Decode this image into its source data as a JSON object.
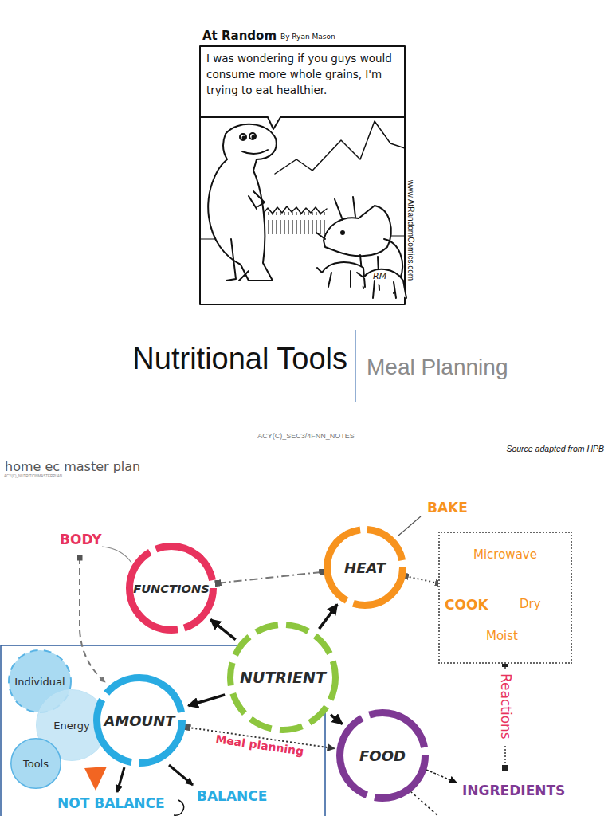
{
  "diagram": {
    "title": "Nutritional Tools",
    "nodes": [
      {
        "text": [
          "FUNCTIONS"
        ]
      },
      {
        "text": [
          "HEAT"
        ]
      },
      {
        "text": [
          "Microwave",
          "COOK",
          "Dry",
          "Moist"
        ]
      },
      {
        "text": [
          "NUTRIENT"
        ]
      },
      {
        "text": [
          "Individual"
        ]
      },
      {
        "text": [
          "Energy"
        ]
      },
      {
        "text": [
          "AMOUNT"
        ]
      },
      {
        "text": [
          "Tools"
        ]
      },
      {
        "text": [
          "FOOD"
        ]
      }
    ],
    "edges": [
      {
        "from": 3,
        "to": 0,
        "arrow": "to"
      },
      {
        "from": 3,
        "to": 1,
        "arrow": "to"
      },
      {
        "from": 3,
        "to": 6,
        "arrow": "to"
      },
      {
        "from": 3,
        "to": 8,
        "arrow": "to"
      },
      {
        "from": 0,
        "to": 1,
        "arrow": "none"
      },
      {
        "from": 1,
        "to": 2,
        "arrow": "none"
      },
      {
        "from": 6,
        "to": 8,
        "label": "Meal planning",
        "arrow": "to"
      }
    ],
    "labels": [
      "At Random",
      "By Ryan Mason",
      "I was wondering if you guys would consume more whole grains, I'm trying to eat healthier.",
      "www.AtRandomComics.com",
      "RM",
      "Meal Planning",
      "ACY(C)_SEC3/4FNN_NOTES",
      "Source adapted from HPB",
      "home ec master plan",
      "ACY(C)_NUTRITIONMASTERPLAN",
      "BODY",
      "BAKE",
      "Reactions",
      "NOT BALANCE",
      "BALANCE",
      "INGREDIENTS"
    ]
  }
}
